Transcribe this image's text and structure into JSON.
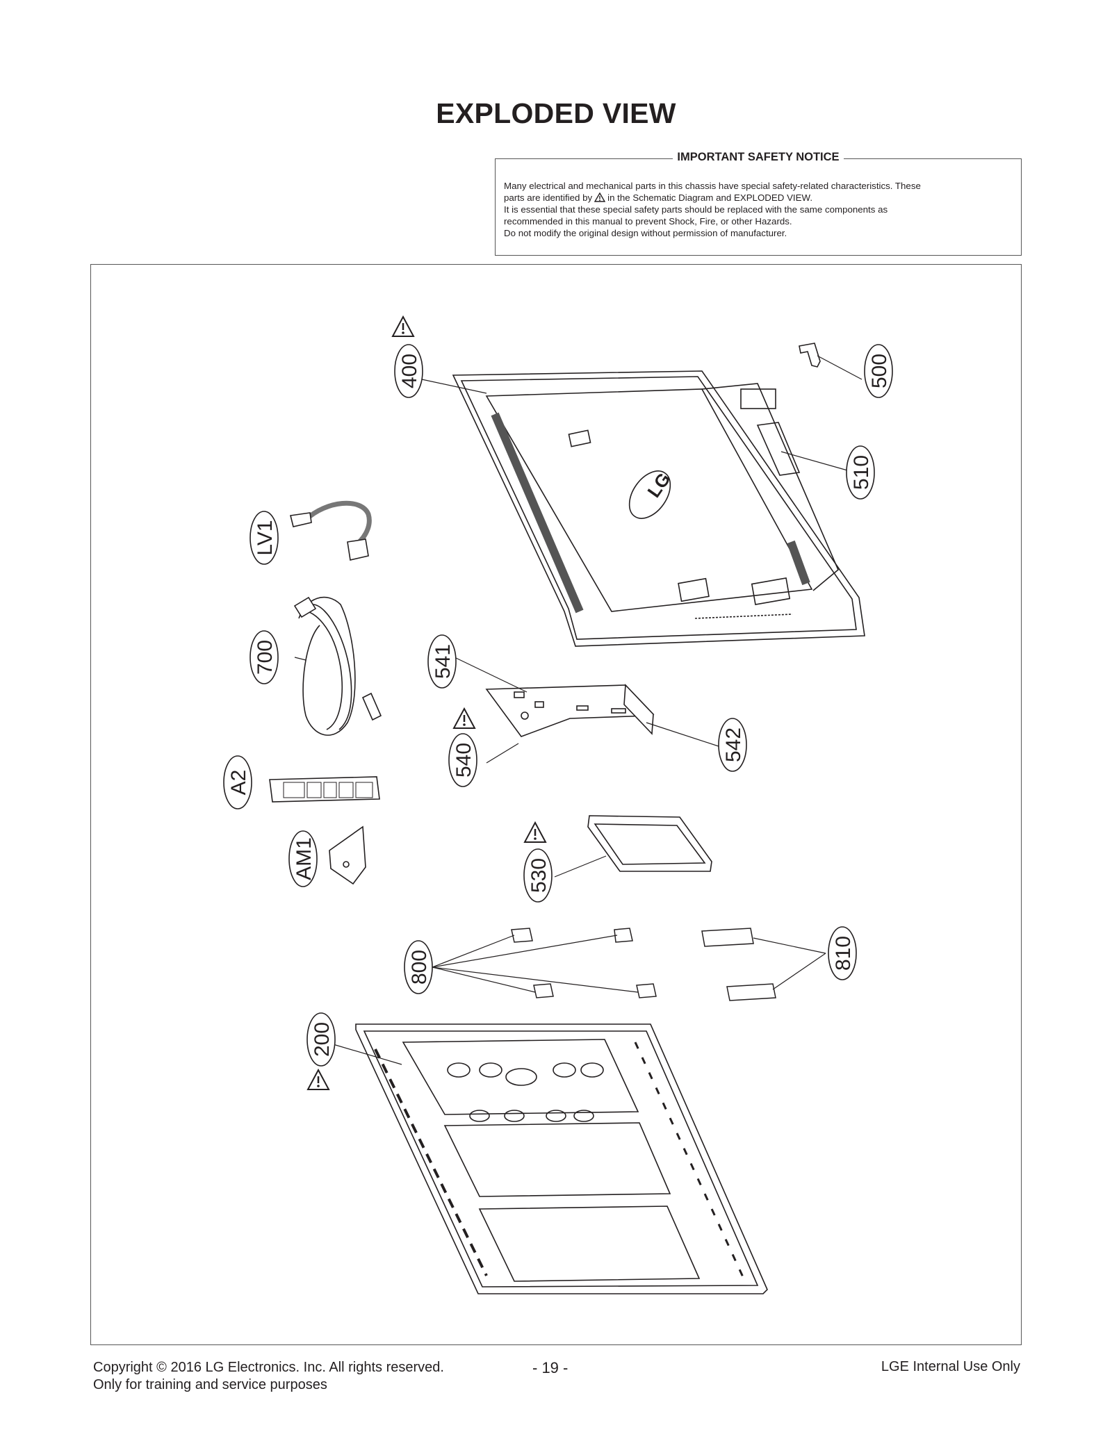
{
  "page": {
    "title": "EXPLODED VIEW"
  },
  "notice": {
    "title": "IMPORTANT SAFETY NOTICE",
    "line1": "Many electrical and mechanical parts in this chassis have special safety-related characteristics. These",
    "line2_before": "parts are identified by",
    "line2_after": "in the Schematic Diagram and EXPLODED VIEW.",
    "line3": "It is essential that these special safety parts should be replaced with the same components as",
    "line4": "recommended in this manual to prevent Shock, Fire, or other Hazards.",
    "line5": "Do not modify the original design without permission of manufacturer.",
    "warning_icon": "warning-triangle-icon"
  },
  "callouts": {
    "c400": "400",
    "c500": "500",
    "c510": "510",
    "cLV1": "LV1",
    "c700": "700",
    "c541": "541",
    "c540": "540",
    "c542": "542",
    "cA2": "A2",
    "cAM1": "AM1",
    "c530": "530",
    "c800": "800",
    "c810": "810",
    "c200": "200"
  },
  "labels": {
    "logo": "LG"
  },
  "footer": {
    "copyright": "Copyright  © 2016  LG Electronics. Inc. All rights reserved.",
    "purpose": "Only for training and service purposes",
    "page_number": "- 19 -",
    "internal": "LGE Internal Use Only"
  }
}
